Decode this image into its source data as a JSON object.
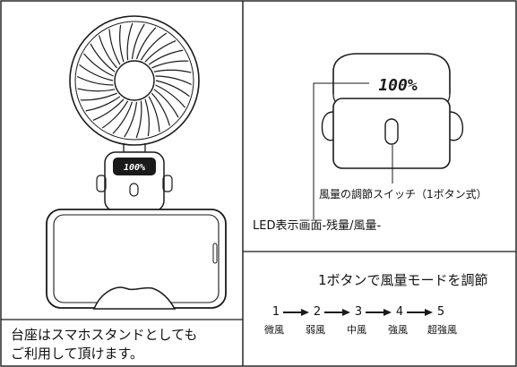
{
  "captions": {
    "stand_line1": "台座はスマホスタンドとしても",
    "stand_line2": "ご利用して頂けます。",
    "switch": "風量の調節スイッチ（1ボタン式）",
    "led": "LED表示画面-残量/風量-",
    "mode_title": "1ボタンで風量モードを調節"
  },
  "display": {
    "large": "100%",
    "small": "100%"
  },
  "speed_steps": [
    {
      "num": "1",
      "label": "微風"
    },
    {
      "num": "2",
      "label": "弱風"
    },
    {
      "num": "3",
      "label": "中風"
    },
    {
      "num": "4",
      "label": "強風"
    },
    {
      "num": "5",
      "label": "超強風"
    }
  ],
  "colors": {
    "line": "#1a1a1a",
    "background": "#ffffff"
  }
}
